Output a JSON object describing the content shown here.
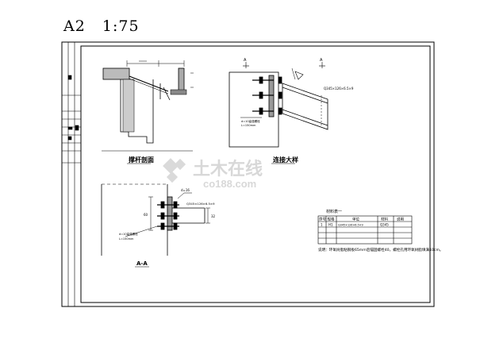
{
  "sheet": {
    "size_label": "A2",
    "scale_label": "1:75"
  },
  "views": [
    {
      "id": "view-paogan",
      "caption": "撑杆剖面"
    },
    {
      "id": "view-lianjie",
      "caption": "连接大样"
    },
    {
      "id": "view-aa",
      "caption": "A-A"
    }
  ],
  "dim_labels": {
    "lj_marker_left": "A",
    "lj_marker_right": "A",
    "lj_beam_callout": "Q345×126×6.5×9",
    "lj_plate_note_1": "d=10高强螺栓",
    "lj_plate_note_2": "L=150mm",
    "aa_top_note": "d=16",
    "aa_beam_callout": "Q345×126×6.5×9",
    "aa_plate_note_1": "d=10高强螺栓",
    "aa_plate_note_2": "L=150mm",
    "aa_dim_left": "60",
    "aa_dim_right": "32"
  },
  "materials_table": {
    "title": "材料表一",
    "headers": [
      "序号",
      "规格",
      "单位",
      "材料",
      "说明"
    ],
    "rows": [
      [
        "1",
        "H1",
        "Q345×126×6.5×9",
        "Q345",
        ""
      ],
      [
        "",
        "",
        "",
        "",
        ""
      ],
      [
        "",
        "",
        "",
        "",
        ""
      ],
      [
        "",
        "",
        "",
        "",
        ""
      ]
    ],
    "note": "说明：环氧树脂粘钢板65mm后锚固螺栓40，螺栓孔用环氧树脂填满10cm。"
  },
  "watermark": {
    "main": "土木在线",
    "sub": "co188.com"
  }
}
